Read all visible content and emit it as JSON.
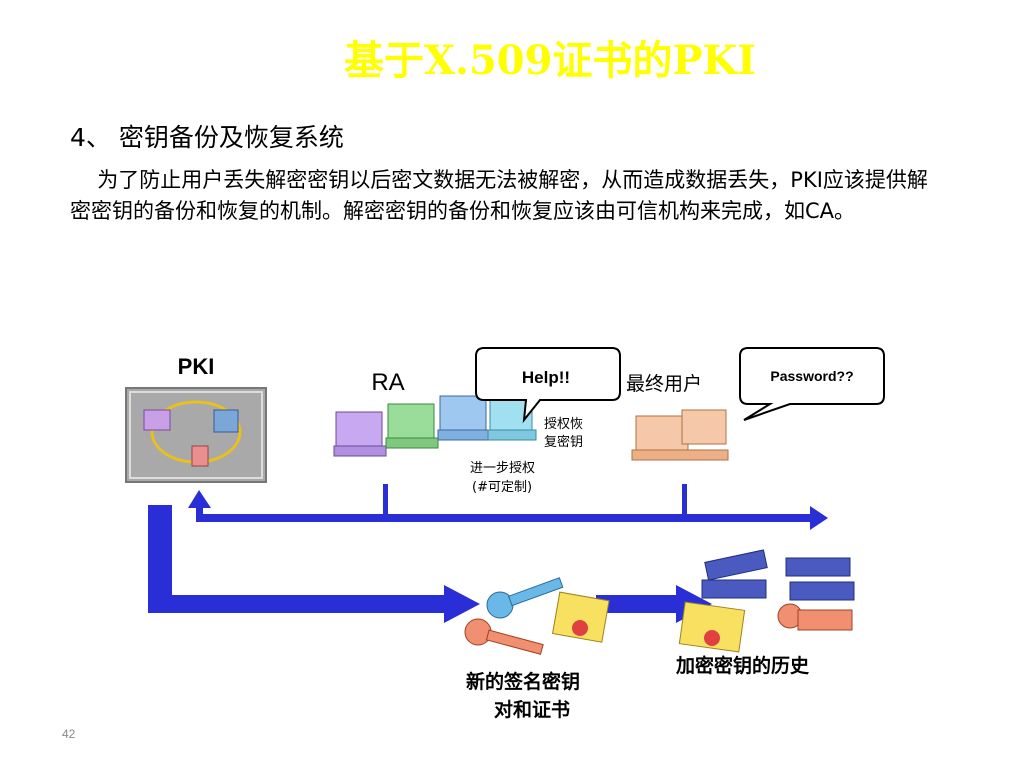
{
  "slide": {
    "title": "基于X.509证书的PKI",
    "section_heading": "4、 密钥备份及恢复系统",
    "paragraph": "为了防止用户丢失解密密钥以后密文数据无法被解密，从而造成数据丢失，PKI应该提供解密密钥的备份和恢复的机制。解密密钥的备份和恢复应该由可信机构来完成，如CA。",
    "page_number": "42"
  },
  "diagram": {
    "pki_label": "PKI",
    "ra_label": "RA",
    "help_bubble": "Help!!",
    "password_bubble": "Password??",
    "end_user_label": "最终用户",
    "authorize_recover_line1": "授权恢",
    "authorize_recover_line2": "复密钥",
    "further_auth_line1": "进一步授权",
    "further_auth_line2": "(#可定制)",
    "new_sign_key_line1": "新的签名密钥",
    "new_sign_key_line2": "对和证书",
    "encrypt_key_history": "加密密钥的历史"
  },
  "colors": {
    "title": "#ffff00",
    "arrow_blue": "#2a2ed6",
    "pki_box": "#a9a9a9"
  }
}
